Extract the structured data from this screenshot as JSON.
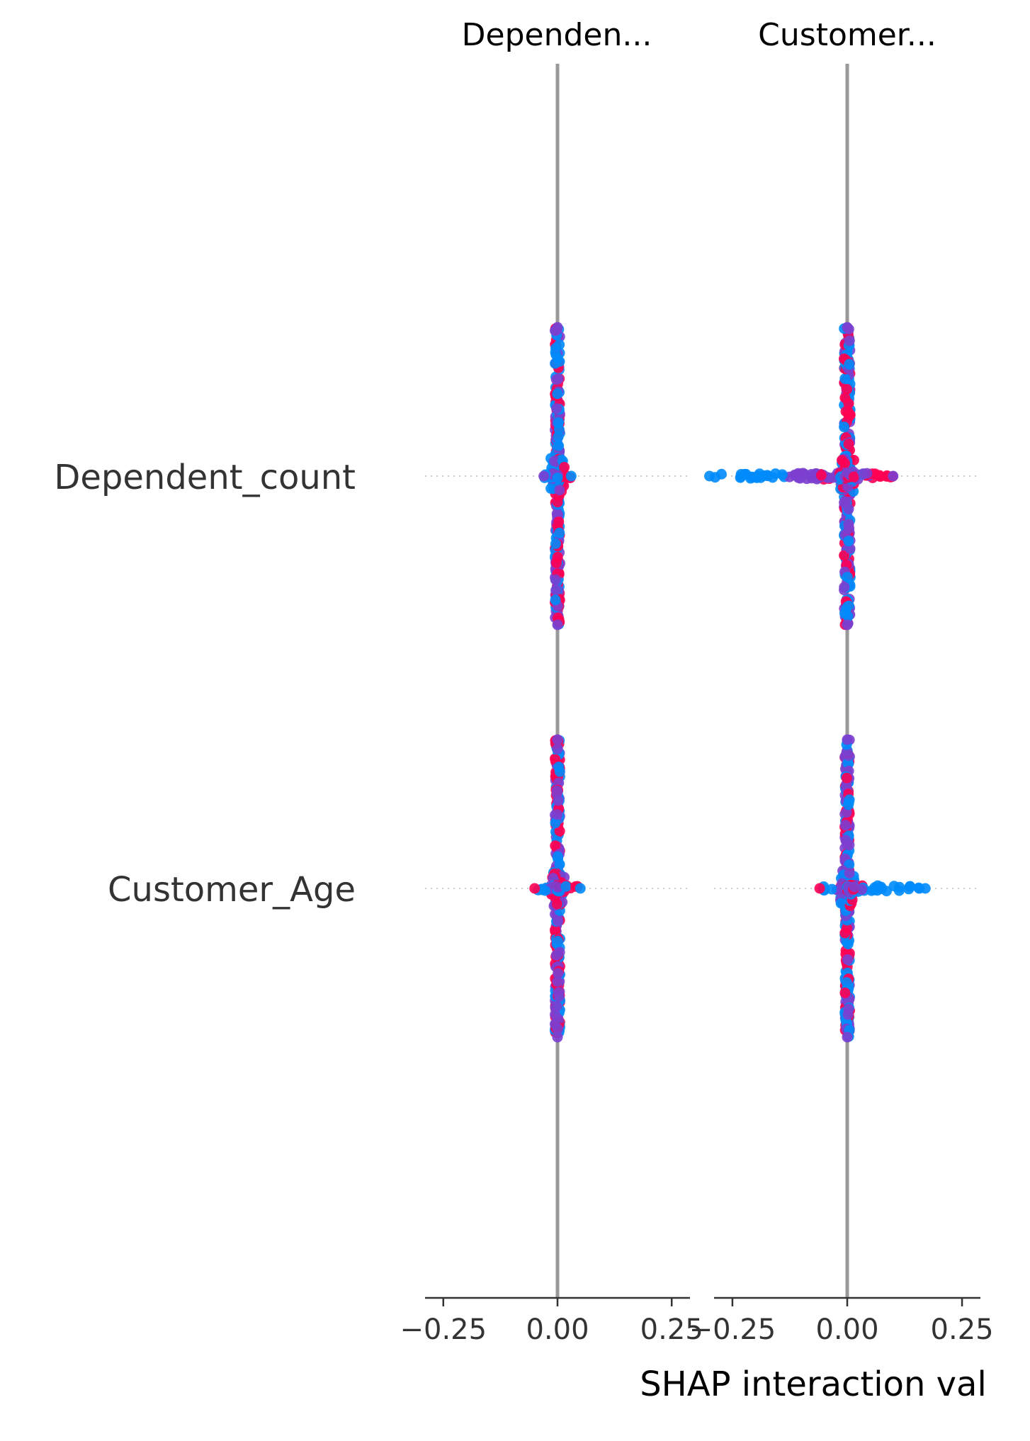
{
  "chart_data": {
    "type": "scatter",
    "subtype": "shap-interaction-summary",
    "xlabel": "SHAP interaction val",
    "xlim": [
      -0.29,
      0.29
    ],
    "xticks": [
      -0.25,
      0.0,
      0.25
    ],
    "xtick_labels": [
      "−0.25",
      "0.00",
      "0.25"
    ],
    "grid": false,
    "legend": "none",
    "columns": [
      "Dependen...",
      "Customer..."
    ],
    "rows": [
      "Dependent_count",
      "Customer_Age"
    ],
    "colors": {
      "low_value": "#008bfb",
      "mid_value": "#7c3fcf",
      "high_value": "#ff0052",
      "zero_line": "#999999",
      "row_guide": "#cccccc",
      "axis": "#333333",
      "label": "#333333"
    },
    "panels": [
      {
        "column": "Dependen...",
        "row": "Dependent_count",
        "spread": {
          "min": -0.03,
          "max": 0.03
        },
        "vertical_extent": 1.0
      },
      {
        "column": "Customer...",
        "row": "Dependent_count",
        "spread": {
          "min": -0.3,
          "max": 0.1
        },
        "vertical_extent": 1.0
      },
      {
        "column": "Dependen...",
        "row": "Customer_Age",
        "spread": {
          "min": -0.05,
          "max": 0.05
        },
        "vertical_extent": 1.0
      },
      {
        "column": "Customer...",
        "row": "Customer_Age",
        "spread": {
          "min": -0.06,
          "max": 0.17
        },
        "vertical_extent": 1.0
      }
    ]
  }
}
